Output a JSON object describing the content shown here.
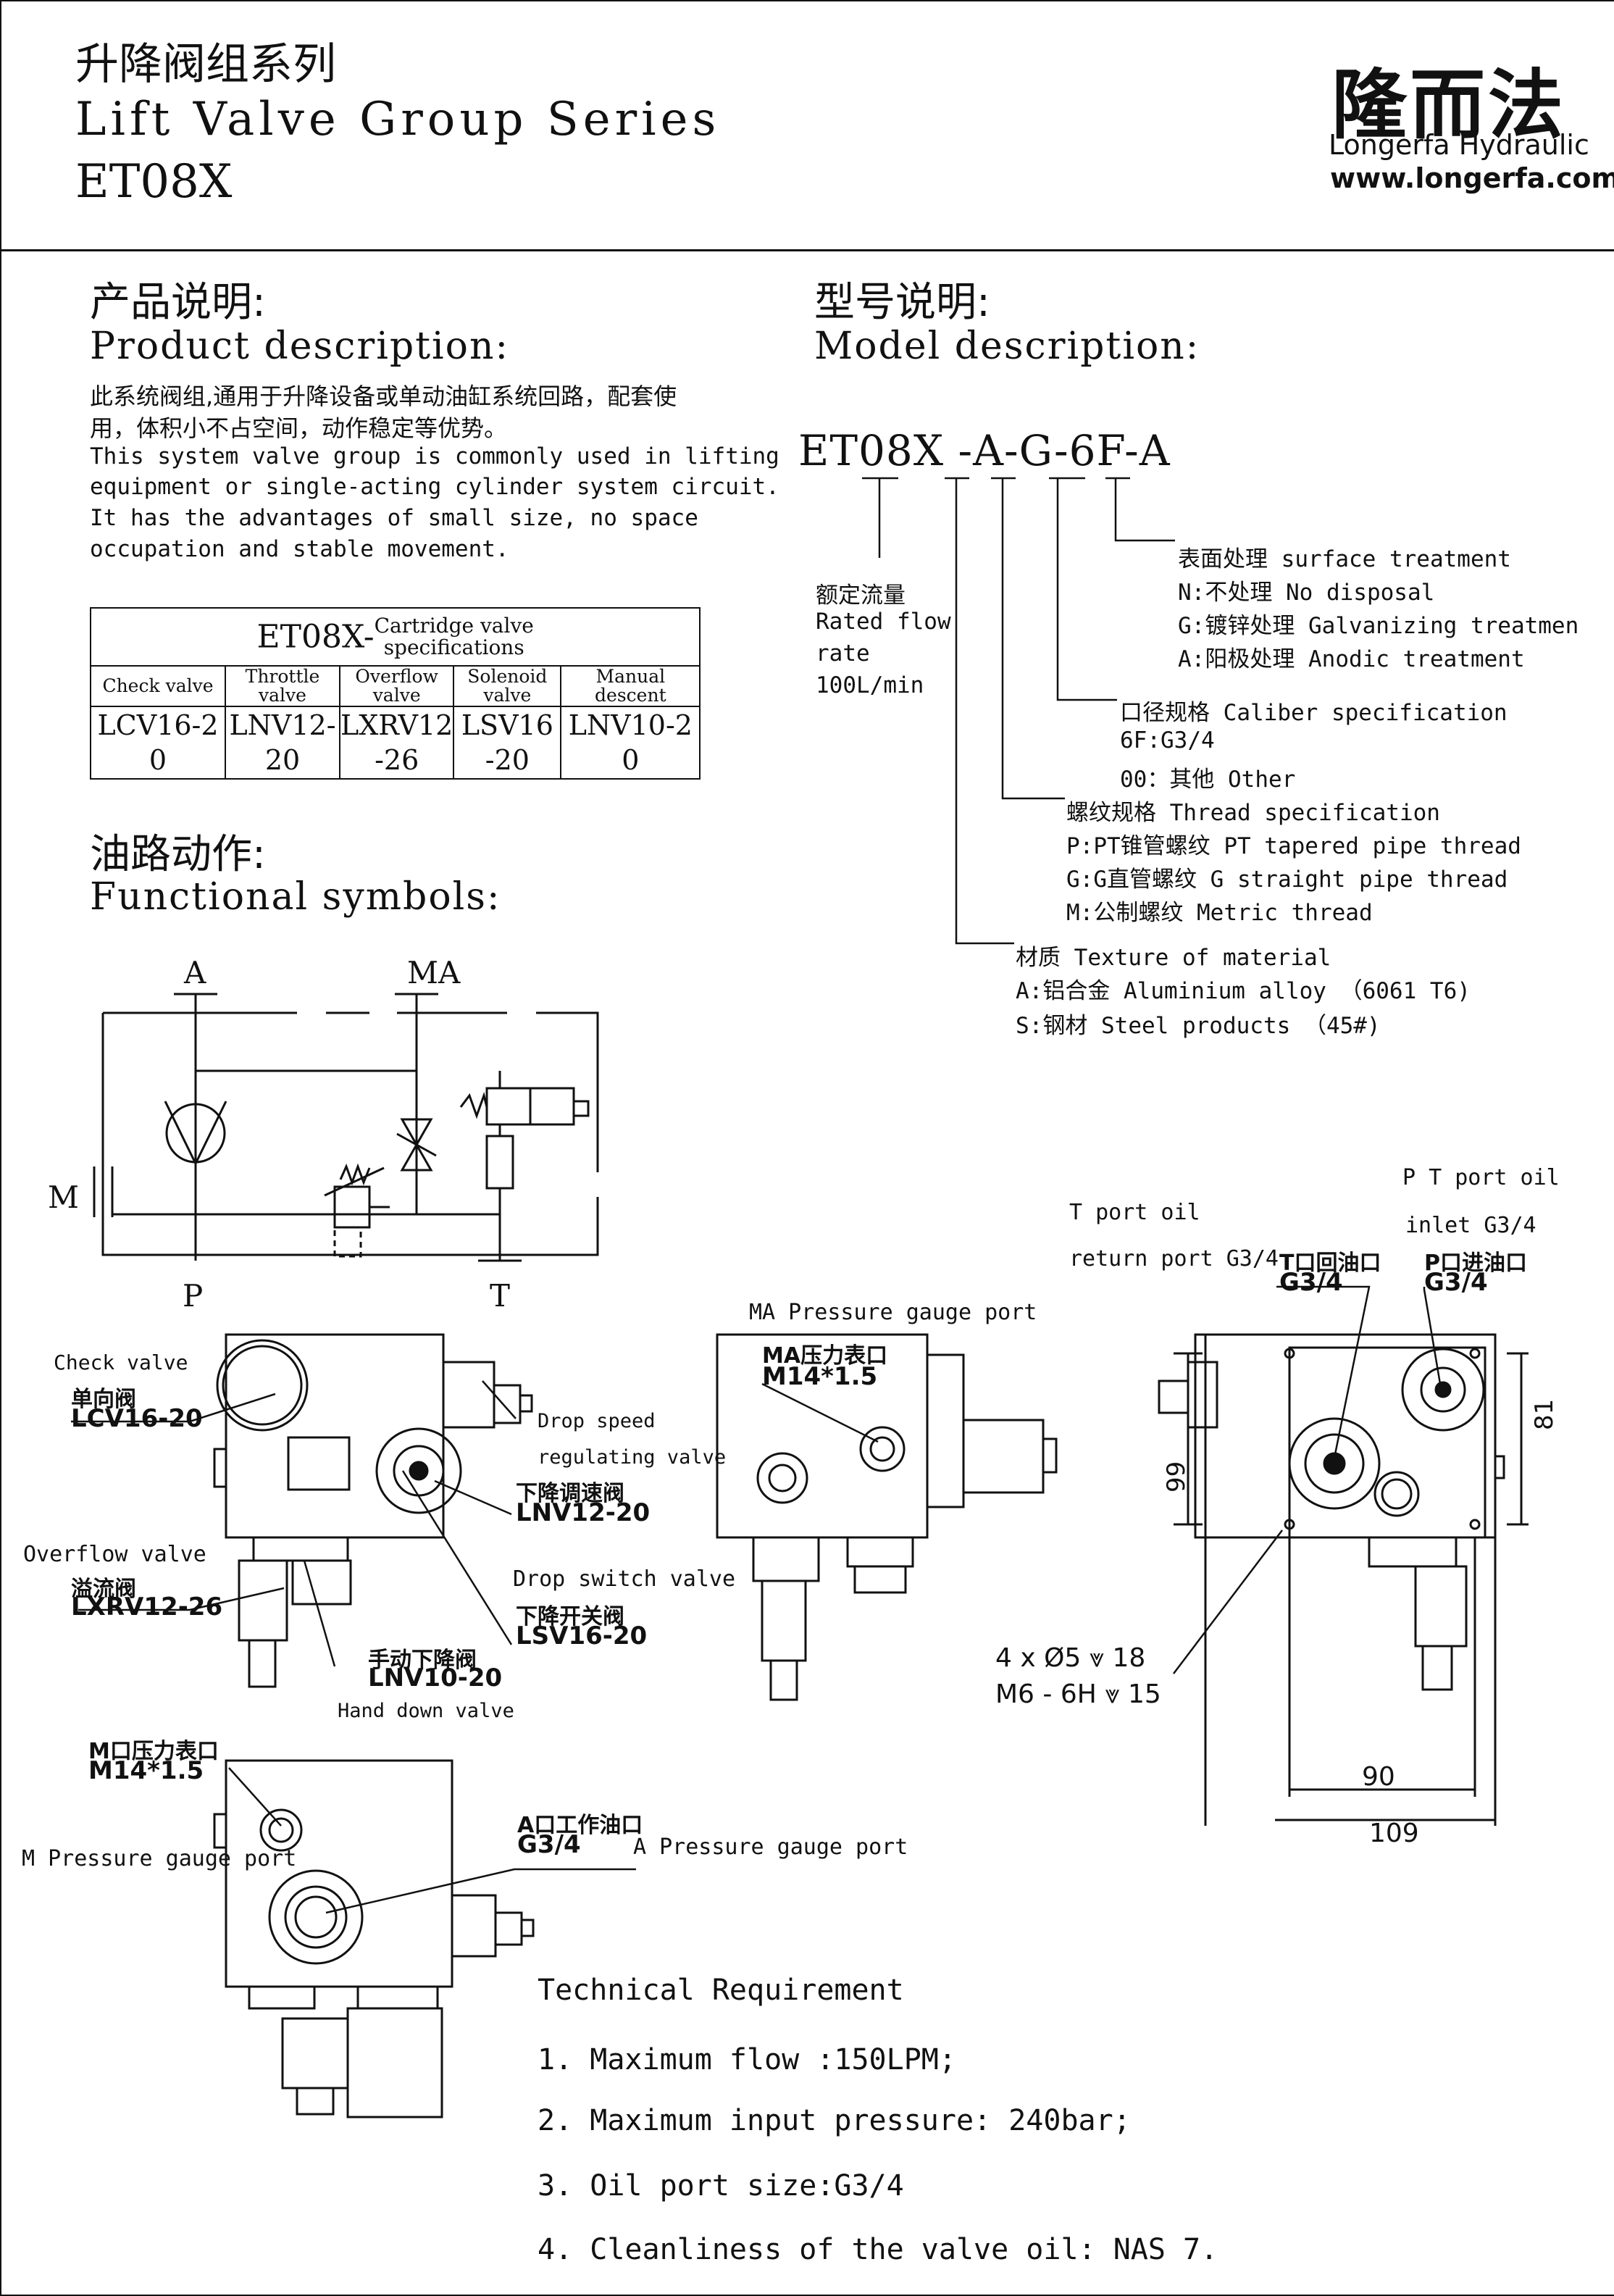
{
  "header": {
    "title_cn": "升降阀组系列",
    "title_en": "Lift Valve Group Series",
    "model": "ET08X",
    "brand_cn": "隆而法",
    "brand_en": "Longerfa Hydraulic",
    "website": "www.longerfa.com"
  },
  "product": {
    "heading_cn": "产品说明:",
    "heading_en": "Product description:",
    "text_cn_1": "此系统阀组,通用于升降设备或单动油缸系统回路，配套使",
    "text_cn_2": "用，体积小不占空间，动作稳定等优势。",
    "text_en_1": "This system valve group is commonly used in lifting",
    "text_en_2": "equipment or single-acting cylinder system circuit.",
    "text_en_3": "It has the advantages of small size, no space",
    "text_en_4": "occupation and stable movement."
  },
  "spec_table": {
    "title_main": "ET08X-",
    "title_sub_1": "Cartridge valve",
    "title_sub_2": "specifications",
    "headers": [
      {
        "l1": "Check valve",
        "l2": ""
      },
      {
        "l1": "Throttle",
        "l2": "valve"
      },
      {
        "l1": "Overflow",
        "l2": "valve"
      },
      {
        "l1": "Solenoid",
        "l2": "valve"
      },
      {
        "l1": "Manual",
        "l2": "descent"
      }
    ],
    "values": [
      {
        "l1": "LCV16-2",
        "l2": "0"
      },
      {
        "l1": "LNV12-",
        "l2": "20"
      },
      {
        "l1": "LXRV12",
        "l2": "-26"
      },
      {
        "l1": "LSV16",
        "l2": "-20"
      },
      {
        "l1": "LNV10-2",
        "l2": "0"
      }
    ]
  },
  "functional": {
    "heading_cn": "油路动作:",
    "heading_en": "Functional symbols:",
    "port_a": "A",
    "port_ma": "MA",
    "port_m": "M",
    "port_p": "P",
    "port_t": "T"
  },
  "model": {
    "heading_cn": "型号说明:",
    "heading_en": "Model description:",
    "code": "ET08X -A-G-6F-A",
    "surface_title": "表面处理 surface treatment",
    "surface_n": "N:不处理 No disposal",
    "surface_g": "G:镀锌处理 Galvanizing treatmen",
    "surface_a": "A:阳极处理 Anodic treatment",
    "flow_1": "额定流量",
    "flow_2": "Rated flow",
    "flow_3": "rate",
    "flow_4": "100L/min",
    "caliber_title": "口径规格 Caliber specification",
    "caliber_6f": "6F:G3/4",
    "caliber_00": "00：其他 Other",
    "thread_title": "螺纹规格 Thread specification",
    "thread_p": "P:PT锥管螺纹 PT tapered pipe thread",
    "thread_g": "G:G直管螺纹 G straight pipe thread",
    "thread_m": "M:公制螺纹 Metric thread",
    "material_title": "材质 Texture of material",
    "material_a": "A:铝合金 Aluminium alloy （6061 T6)",
    "material_s": "S:钢材 Steel products （45#)"
  },
  "drawings": {
    "check_valve_en": "Check valve",
    "check_valve_cn": "单向阀",
    "check_valve_code": "LCV16-20",
    "drop_speed_1": "Drop speed",
    "drop_speed_2": "regulating valve",
    "drop_speed_cn": "下降调速阀",
    "drop_speed_code": "LNV12-20",
    "overflow_en": "Overflow valve",
    "overflow_cn": "溢流阀",
    "overflow_code": "LXRV12-26",
    "drop_switch_en": "Drop switch valve",
    "drop_switch_cn": "下降开关阀",
    "drop_switch_code": "LSV16-20",
    "hand_down_cn": "手动下降阀",
    "hand_down_code": "LNV10-20",
    "hand_down_en": "Hand down valve",
    "ma_port_en": "MA Pressure gauge port",
    "ma_port_cn": "MA压力表口",
    "ma_port_size": "M14*1.5",
    "t_port_1": "T port oil",
    "t_port_2": "return port G3/4",
    "t_port_cn": "T口回油口",
    "t_port_size": "G3/4",
    "p_port_1": "P T port oil",
    "p_port_2": "inlet G3/4",
    "p_port_cn": "P口进油口",
    "p_port_size": "G3/4",
    "dim_81": "81",
    "dim_99": "99",
    "dim_90": "90",
    "dim_109": "109",
    "holes_1": "4 x Ø5 ⩔ 18",
    "holes_2": "M6 - 6H ⩔ 15",
    "m_port_cn": "M口压力表口",
    "m_port_size": "M14*1.5",
    "m_port_en": "M Pressure gauge port",
    "a_port_cn": "A口工作油口",
    "a_port_size": "G3/4",
    "a_port_en": "A Pressure gauge port"
  },
  "technical": {
    "title": "Technical Requirement",
    "items": [
      "1. Maximum flow :150LPM;",
      "2. Maximum input pressure: 240bar;",
      "3. Oil port size:G3/4",
      "4. Cleanliness of the valve oil: NAS 7."
    ]
  }
}
